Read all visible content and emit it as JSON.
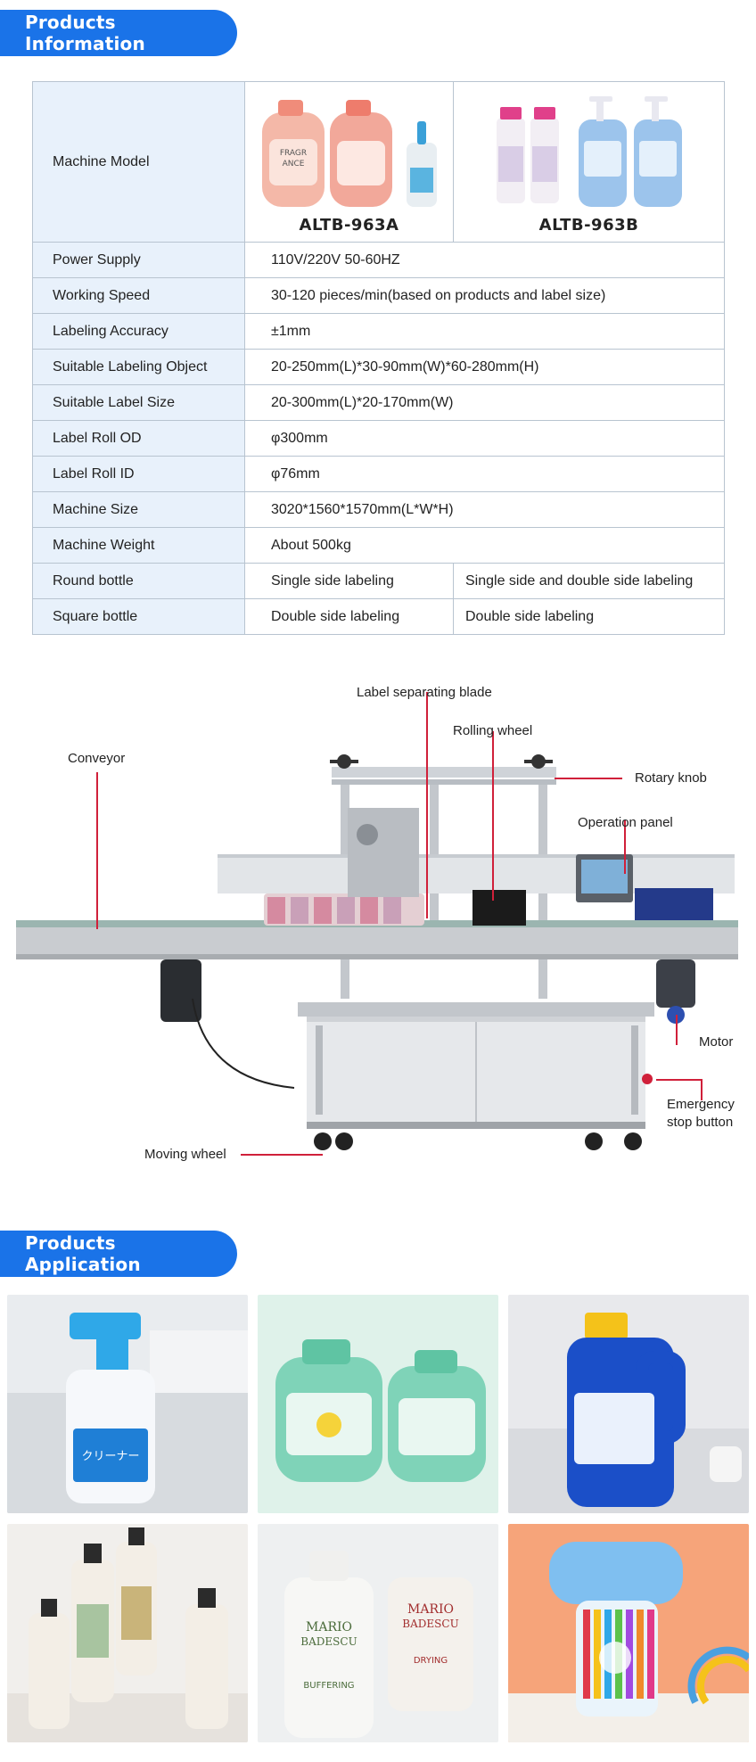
{
  "sections": {
    "info_title": "Products Information",
    "app_title": "Products Application"
  },
  "spec": {
    "model_label": "Machine Model",
    "model_a": "ALTB-963A",
    "model_b": "ALTB-963B",
    "rows": [
      {
        "label": "Power Supply",
        "value": "110V/220V 50-60HZ"
      },
      {
        "label": "Working Speed",
        "value": "30-120 pieces/min(based on products and label size)"
      },
      {
        "label": "Labeling Accuracy",
        "value": "±1mm"
      },
      {
        "label": "Suitable Labeling Object",
        "value": "20-250mm(L)*30-90mm(W)*60-280mm(H)"
      },
      {
        "label": "Suitable Label Size",
        "value": "20-300mm(L)*20-170mm(W)"
      },
      {
        "label": "Label Roll OD",
        "value": "φ300mm"
      },
      {
        "label": "Label Roll ID",
        "value": "φ76mm"
      },
      {
        "label": "Machine Size",
        "value": "3020*1560*1570mm(L*W*H)"
      },
      {
        "label": "Machine Weight",
        "value": "About 500kg"
      }
    ],
    "split_rows": [
      {
        "label": "Round bottle",
        "a": "Single side labeling",
        "b": "Single side and double side labeling"
      },
      {
        "label": "Square bottle",
        "a": "Double side labeling",
        "b": "Double side labeling"
      }
    ]
  },
  "diagram": {
    "label_separating_blade": "Label separating blade",
    "rolling_wheel": "Rolling wheel",
    "conveyor": "Conveyor",
    "rotary_knob": "Rotary knob",
    "operation_panel": "Operation panel",
    "motor": "Motor",
    "emergency_line1": "Emergency",
    "emergency_line2": "stop button",
    "moving_wheel": "Moving wheel"
  },
  "product_labels": {
    "cleaner": "クリーナー",
    "mario1": "MARIO",
    "mario2": "BADESCU",
    "buffering": "BUFFERING",
    "drying": "DRYING"
  },
  "colors": {
    "accent": "#1a73e8",
    "label_bg": "#e8f1fb",
    "callout_line": "#d0203a"
  }
}
